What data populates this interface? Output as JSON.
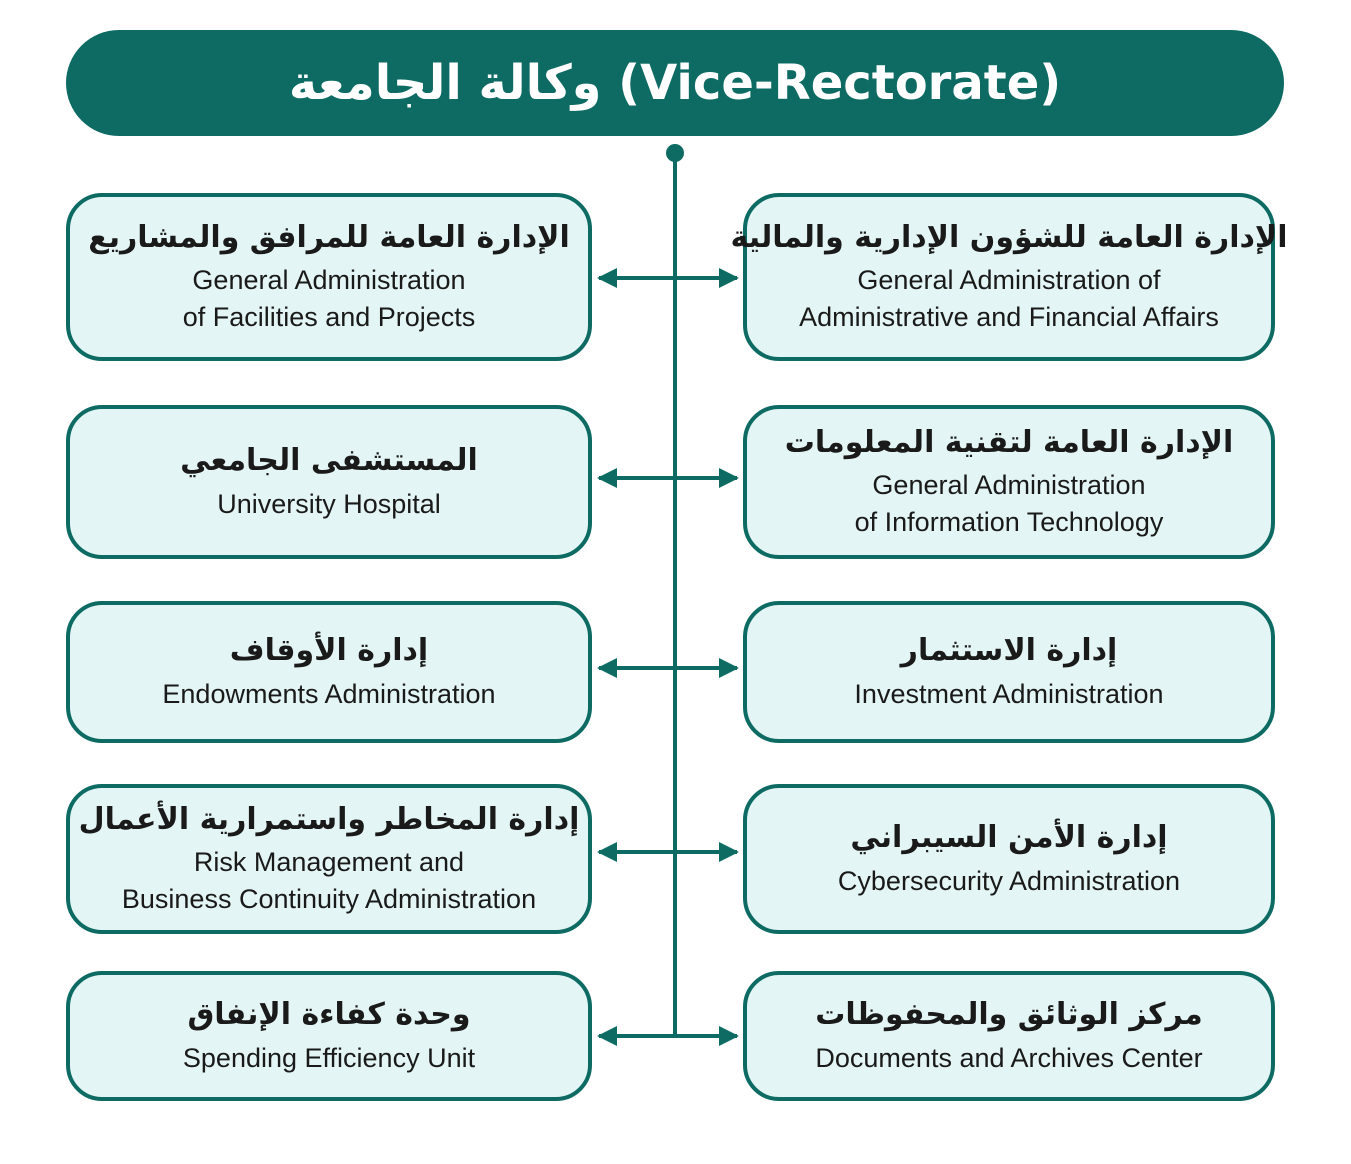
{
  "header": {
    "title": "وكالة الجامعة (Vice-Rectorate)"
  },
  "colors": {
    "primary": "#0d6b63",
    "box_fill": "#e3f5f4",
    "text": "#1a1a1a"
  },
  "left_units": [
    {
      "ar": "الإدارة العامة للمرافق والمشاريع",
      "en": [
        "General Administration",
        "of Facilities and Projects"
      ]
    },
    {
      "ar": "المستشفى الجامعي",
      "en": [
        "University Hospital"
      ]
    },
    {
      "ar": "إدارة الأوقاف",
      "en": [
        "Endowments Administration"
      ]
    },
    {
      "ar": "إدارة المخاطر واستمرارية الأعمال",
      "en": [
        "Risk Management and",
        "Business Continuity Administration"
      ]
    },
    {
      "ar": "وحدة كفاءة الإنفاق",
      "en": [
        "Spending Efficiency Unit"
      ]
    }
  ],
  "right_units": [
    {
      "ar": "الإدارة العامة للشؤون الإدارية والمالية",
      "en": [
        "General Administration of",
        "Administrative and Financial Affairs"
      ]
    },
    {
      "ar": "الإدارة العامة لتقنية المعلومات",
      "en": [
        "General Administration",
        "of Information Technology"
      ]
    },
    {
      "ar": "إدارة الاستثمار",
      "en": [
        "Investment Administration"
      ]
    },
    {
      "ar": "إدارة الأمن السيبراني",
      "en": [
        "Cybersecurity Administration"
      ]
    },
    {
      "ar": "مركز الوثائق والمحفوظات",
      "en": [
        "Documents and Archives Center"
      ]
    }
  ]
}
